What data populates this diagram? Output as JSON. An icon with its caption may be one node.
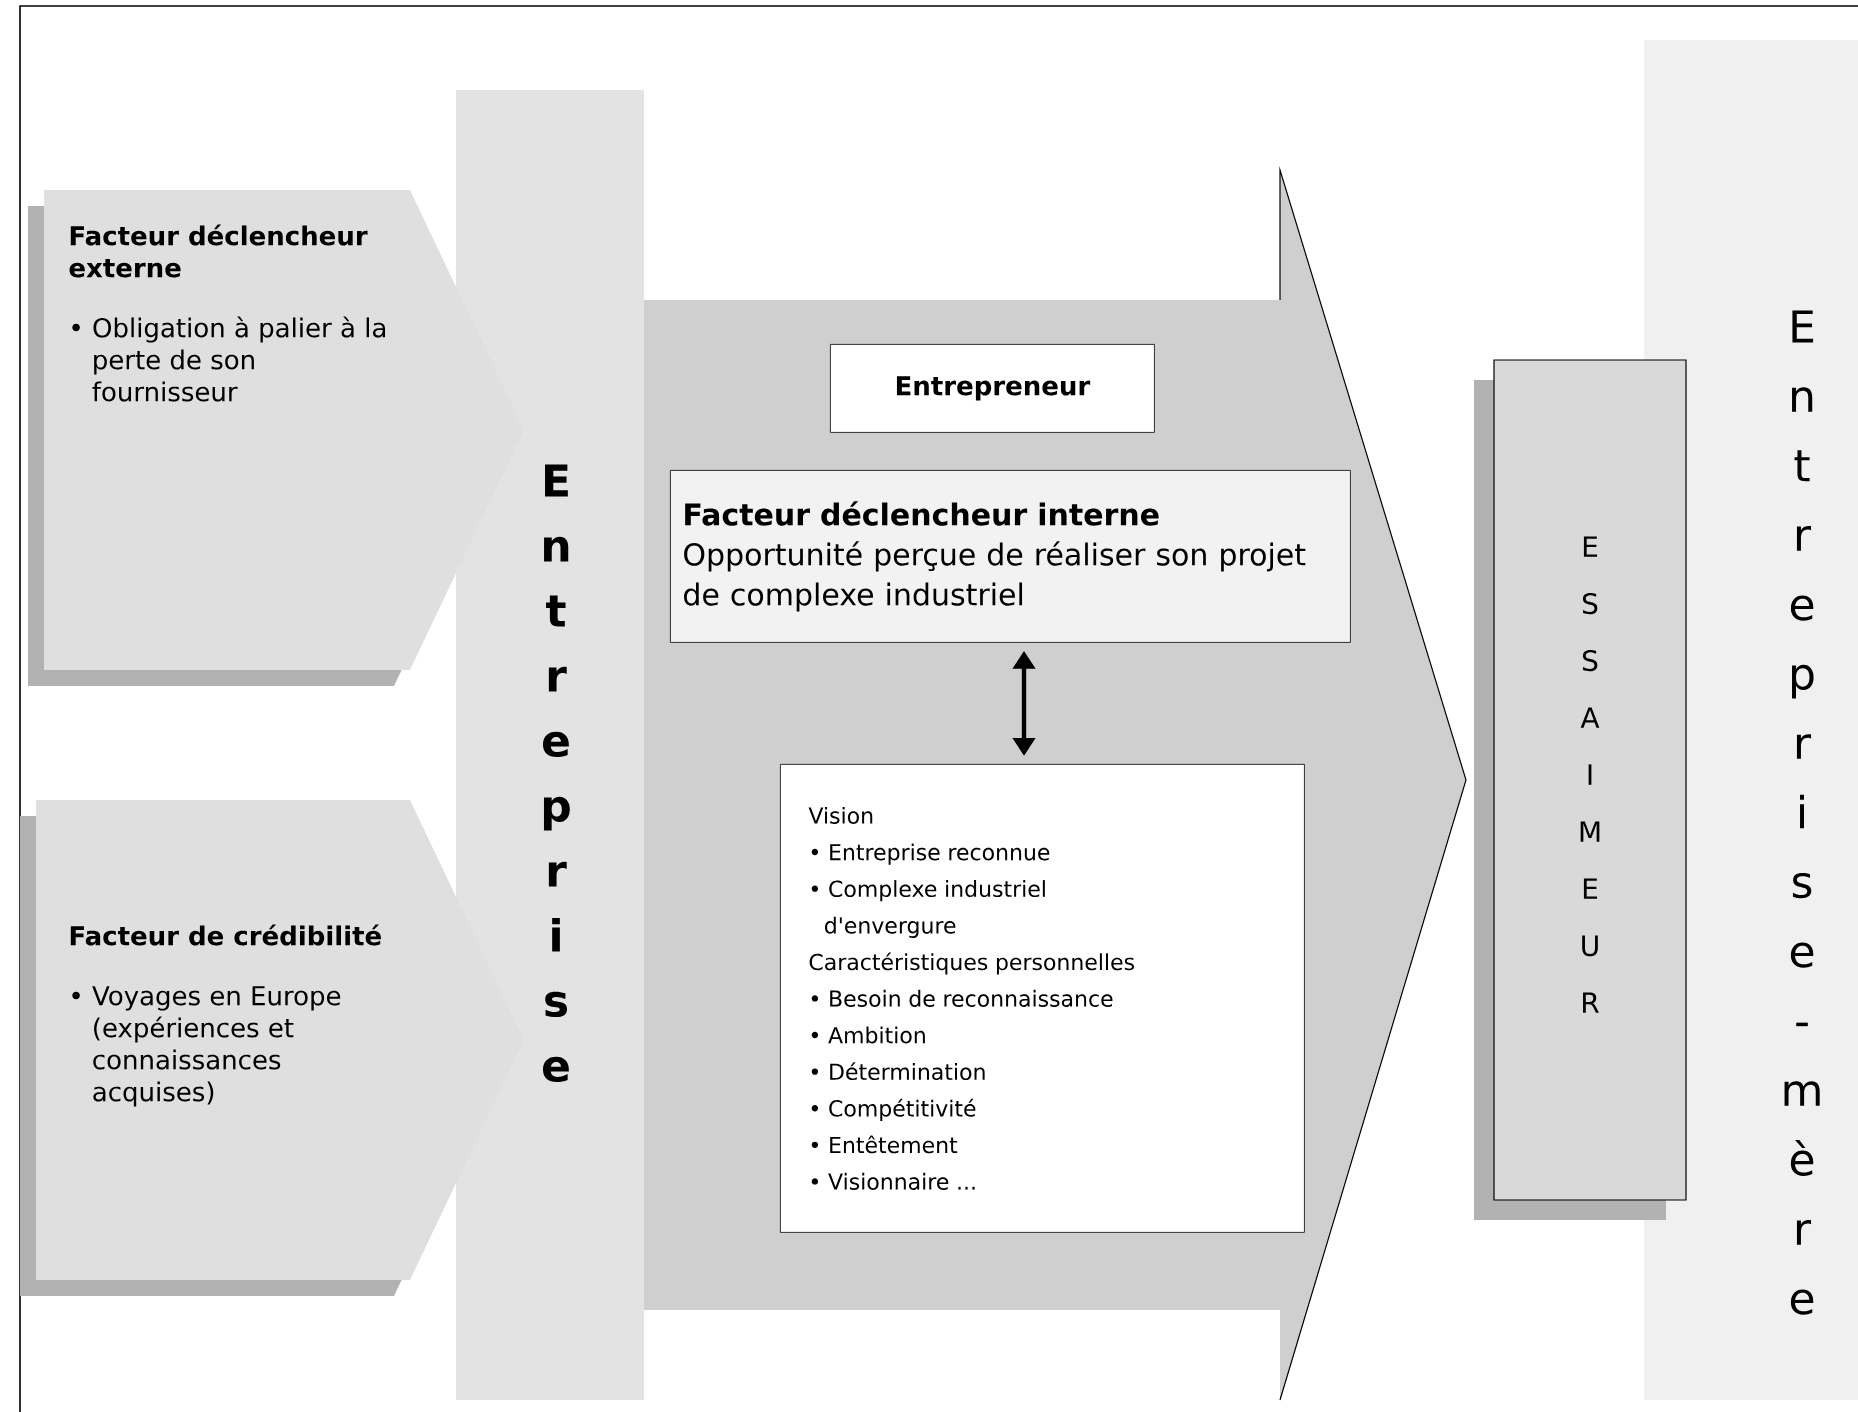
{
  "diagram": {
    "nodes": [
      {
        "text": [
          "Facteur déclencheur externe",
          "• Obligation à palier à la perte de son fournisseur"
        ]
      },
      {
        "text": [
          "Facteur de crédibilité",
          "• Voyages en Europe (expériences et connaissances acquises)"
        ]
      },
      {
        "text": [
          "Entreprise"
        ]
      },
      {
        "text": [],
        "shape": "arrow"
      },
      {
        "text": [
          "Entrepreneur"
        ],
        "in": 3
      },
      {
        "text": [
          "Facteur déclencheur interne",
          "Opportunité perçue de réaliser son projet de complexe industriel"
        ],
        "in": 3
      },
      {
        "text": [
          "Vision",
          "• Entreprise reconnue",
          "• Complexe industriel d'envergure",
          "Caractéristiques personnelles",
          "• Besoin de reconnaissance",
          "• Ambition",
          "• Détermination",
          "• Compétitivité",
          "• Entêtement",
          "• Visionnaire ..."
        ],
        "in": 3
      },
      {
        "text": [
          "ESSAIMEUR"
        ]
      },
      {
        "text": [
          "Entreprise-mère"
        ]
      }
    ],
    "edges": [
      {
        "from": 5,
        "to": 6,
        "arrow": "both"
      }
    ]
  }
}
